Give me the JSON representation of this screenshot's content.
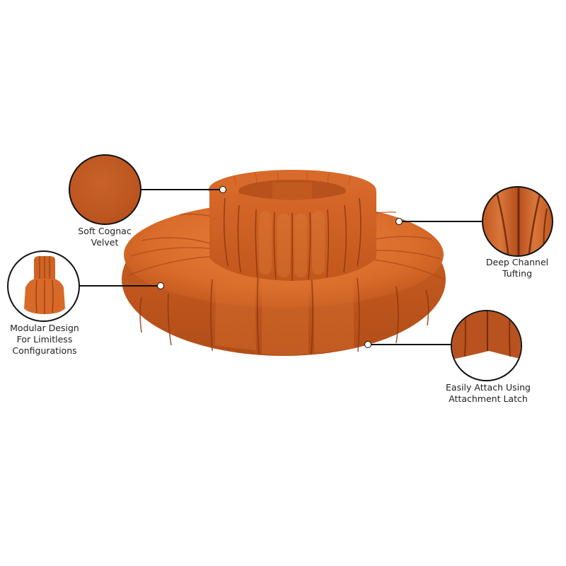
{
  "product": {
    "type": "round modular channel-tufted sofa",
    "color_name": "Cognac",
    "colors": {
      "fabric_base": "#CC5F1F",
      "fabric_light": "#E07A36",
      "fabric_dark": "#A9461A",
      "channel_shadow": "#8A3510",
      "leader_line": "#111111",
      "label_text": "#222222",
      "background": "#FFFFFF"
    }
  },
  "callouts": [
    {
      "id": "velvet",
      "line1": "Soft Cognac",
      "line2": "Velvet",
      "icon": "velvet-swatch"
    },
    {
      "id": "modular",
      "line1": "Modular Design",
      "line2": "For Limitless",
      "line3": "Configurations",
      "icon": "modular-seat"
    },
    {
      "id": "tufting",
      "line1": "Deep Channel",
      "line2": "Tufting",
      "icon": "channel-tufting-closeup"
    },
    {
      "id": "latch",
      "line1": "Easily Attach Using",
      "line2": "Attachment Latch",
      "icon": "attachment-latch-closeup"
    }
  ]
}
